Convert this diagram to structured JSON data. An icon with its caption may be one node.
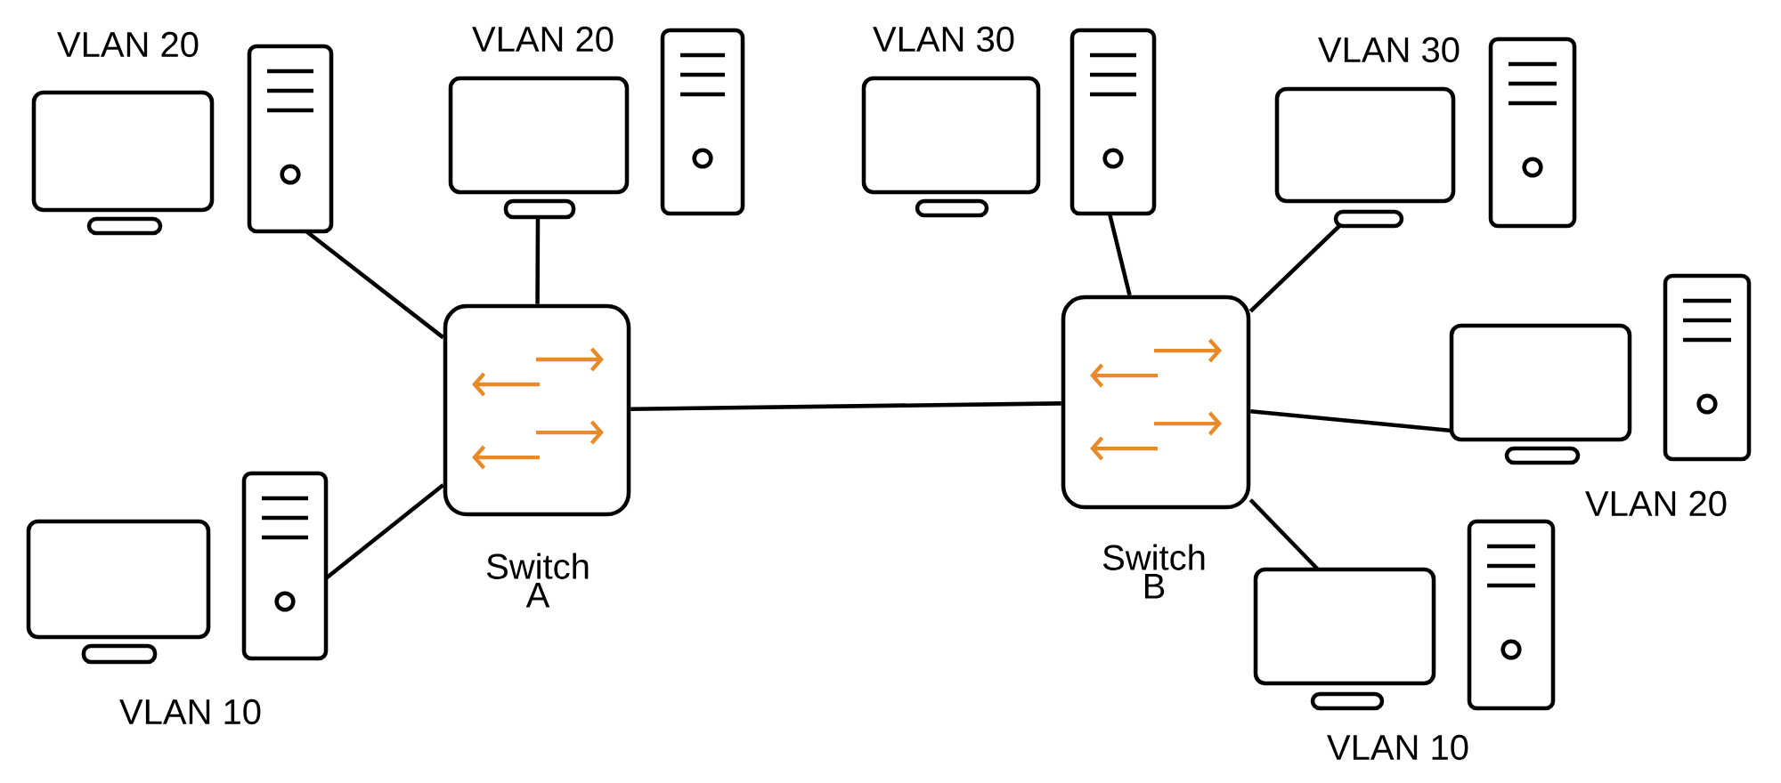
{
  "diagram": {
    "nodes": [
      {
        "text": [
          "Switch A"
        ]
      },
      {
        "text": [
          "Switch B"
        ]
      },
      {
        "text": [
          "VLAN 20"
        ]
      },
      {
        "text": [
          "VLAN 20"
        ]
      },
      {
        "text": [
          "VLAN 10"
        ]
      },
      {
        "text": [
          "VLAN 30"
        ]
      },
      {
        "text": [
          "VLAN 30"
        ]
      },
      {
        "text": [
          "VLAN 20"
        ]
      },
      {
        "text": [
          "VLAN 10"
        ]
      }
    ],
    "edges": [
      {
        "from": 0,
        "to": 1,
        "arrow": "none"
      },
      {
        "from": 0,
        "to": 2,
        "arrow": "none"
      },
      {
        "from": 0,
        "to": 3,
        "arrow": "none"
      },
      {
        "from": 0,
        "to": 4,
        "arrow": "none"
      },
      {
        "from": 1,
        "to": 5,
        "arrow": "none"
      },
      {
        "from": 1,
        "to": 6,
        "arrow": "none"
      },
      {
        "from": 1,
        "to": 7,
        "arrow": "none"
      },
      {
        "from": 1,
        "to": 8,
        "arrow": "none"
      }
    ]
  }
}
